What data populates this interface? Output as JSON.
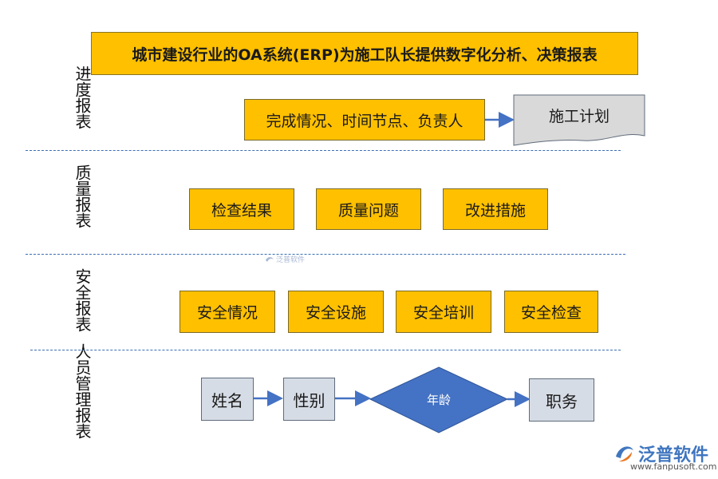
{
  "title": "城市建设行业的OA系统(ERP)为施工队长提供数字化分析、决策报表",
  "sections": {
    "progress": {
      "label": "进度报表",
      "items": [
        "完成情况、时间节点、负责人"
      ],
      "target": "施工计划"
    },
    "quality": {
      "label": "质量报表",
      "items": [
        "检查结果",
        "质量问题",
        "改进措施"
      ]
    },
    "safety": {
      "label": "安全报表",
      "items": [
        "安全情况",
        "安全设施",
        "安全培训",
        "安全检查"
      ]
    },
    "personnel": {
      "label": "人员管理报表",
      "items": [
        "姓名",
        "性别",
        "年龄",
        "职务"
      ]
    }
  },
  "watermark": {
    "small": "泛普软件",
    "brand": "泛普软件",
    "url": "www.fanpusoft.com"
  },
  "colors": {
    "box_fill": "#ffc000",
    "gray_fill": "#d6dce5",
    "diamond_fill": "#4472c4",
    "arrow": "#4472c4",
    "divider": "#3b6fb6"
  }
}
